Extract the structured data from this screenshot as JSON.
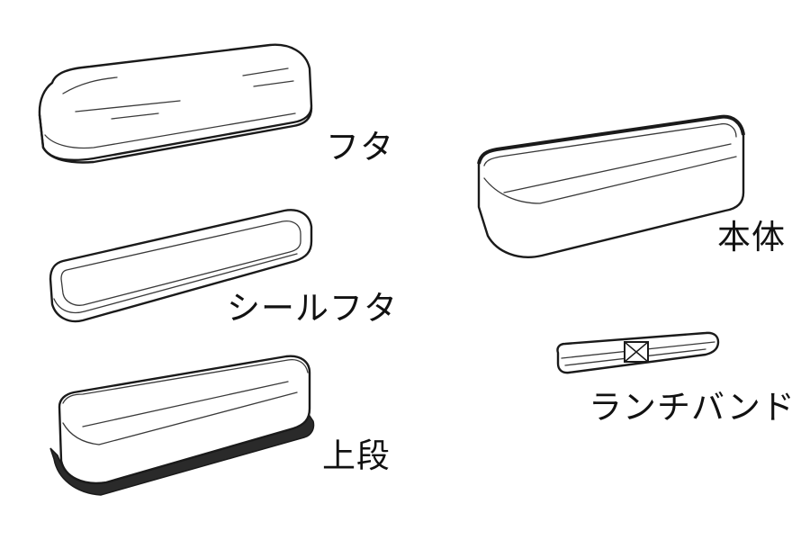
{
  "parts": {
    "lid": {
      "label": "フタ"
    },
    "seal_lid": {
      "label": "シールフタ"
    },
    "upper_tier": {
      "label": "上段"
    },
    "body": {
      "label": "本体"
    },
    "lunch_band": {
      "label": "ランチバンド"
    }
  }
}
